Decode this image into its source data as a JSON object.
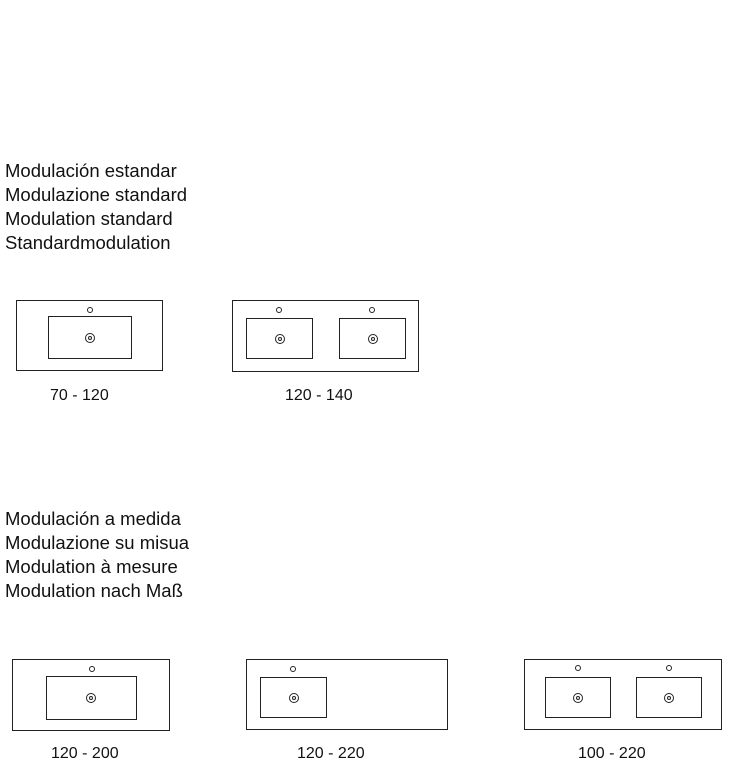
{
  "standard": {
    "heading": [
      "Modulación estandar",
      "Modulazione standard",
      "Modulation standard",
      "Standardmodulation"
    ],
    "items": [
      {
        "label": "70 - 120",
        "basins": 1
      },
      {
        "label": "120 - 140",
        "basins": 2
      }
    ]
  },
  "custom": {
    "heading": [
      "Modulación a medida",
      "Modulazione su misua",
      "Modulation à mesure",
      "Modulation nach Maß"
    ],
    "items": [
      {
        "label": "120 - 200",
        "basins": 1
      },
      {
        "label": "120 - 220",
        "basins": 1
      },
      {
        "label": "100 - 220",
        "basins": 2
      }
    ]
  }
}
